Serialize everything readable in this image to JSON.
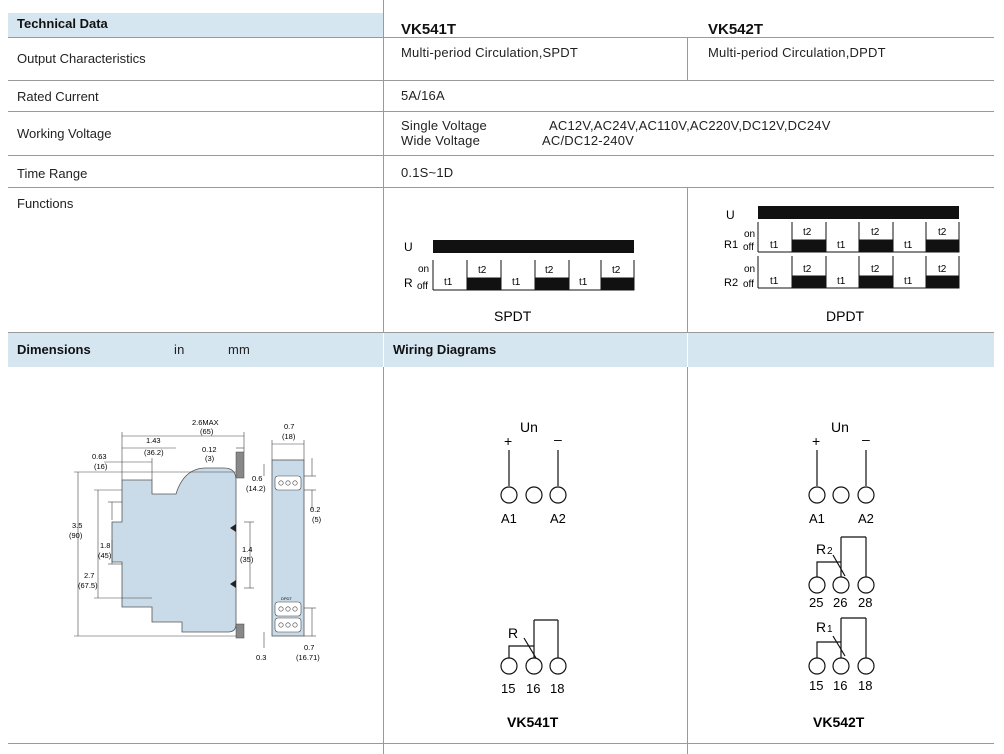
{
  "table": {
    "header_left": "Technical Data",
    "col1_model": "VK541T",
    "col2_model": "VK542T",
    "rows": {
      "output": {
        "label": "Output Characteristics",
        "col1": "Multi-period Circulation,SPDT",
        "col2": "Multi-period Circulation,DPDT"
      },
      "current": {
        "label": "Rated Current",
        "value": "5A/16A"
      },
      "voltage": {
        "label": "Working Voltage",
        "single_label": "Single Voltage",
        "single_value": "AC12V,AC24V,AC110V,AC220V,DC12V,DC24V",
        "wide_label": "Wide Voltage",
        "wide_value": "AC/DC12-240V"
      },
      "time": {
        "label": "Time Range",
        "value": "0.1S~1D"
      },
      "functions": {
        "label": "Functions"
      }
    }
  },
  "timing": {
    "spdt": {
      "caption": "SPDT",
      "u": "U",
      "on": "on",
      "off": "off",
      "r": "R",
      "t1": "t1",
      "t2": "t2"
    },
    "dpdt": {
      "caption": "DPDT",
      "u": "U",
      "on": "on",
      "off": "off",
      "r1": "R1",
      "r2": "R2",
      "t1": "t1",
      "t2": "t2"
    }
  },
  "section2": {
    "dimensions_title": "Dimensions",
    "in_word": "in",
    "unit": "mm",
    "wiring_title": "Wiring Diagrams"
  },
  "dimensions": {
    "width_max": "2.6MAX",
    "width_max_mm": "(65)",
    "w143": "1.43",
    "w143_mm": "(36.2)",
    "w063": "0.63",
    "w063_mm": "(16)",
    "w012": "0.12",
    "w012_mm": "(3)",
    "h35": "3.5",
    "h35_mm": "(90)",
    "h18": "1.8",
    "h18_mm": "(45)",
    "h27": "2.7",
    "h27_mm": "(67.5)",
    "h14": "1.4",
    "h14_mm": "(35)",
    "side_w": "0.7",
    "side_w_mm": "(18)",
    "s06": "0.6",
    "s06_mm": "(14.2)",
    "s02": "0.2",
    "s02_mm": "(5)",
    "s07": "0.7",
    "s07_mm": "(16.71)",
    "s03": "0.3",
    "side_label": "DPDT"
  },
  "wiring": {
    "vk541t": {
      "un": "Un",
      "plus": "+",
      "minus": "–",
      "a1": "A1",
      "a2": "A2",
      "r": "R",
      "t15": "15",
      "t16": "16",
      "t18": "18",
      "model": "VK541T"
    },
    "vk542t": {
      "un": "Un",
      "plus": "+",
      "minus": "–",
      "a1": "A1",
      "a2": "A2",
      "r2": "R",
      "r2_sub": "2",
      "r1": "R",
      "r1_sub": "1",
      "t25": "25",
      "t26": "26",
      "t28": "28",
      "t15": "15",
      "t16": "16",
      "t18": "18",
      "model": "VK542T"
    }
  }
}
